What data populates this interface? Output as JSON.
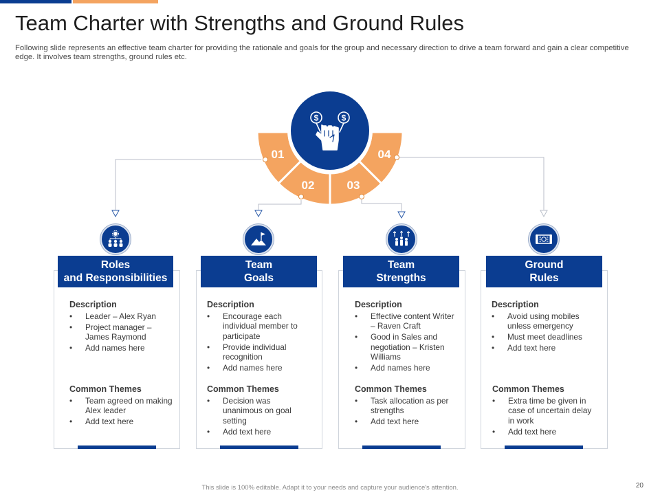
{
  "slide": {
    "title": "Team Charter with Strengths and Ground Rules",
    "subtitle": "Following slide represents an effective team charter for providing the rationale and goals  for the group and necessary direction to drive  a team forward and gain a clear competitive edge. It involves team strengths, ground rules etc.",
    "footer": "This slide is 100% editable. Adapt it to your needs and capture your audience's attention.",
    "page_number": "20"
  },
  "colors": {
    "primary": "#0b3d91",
    "accent": "#f4a460",
    "card_border": "#cfd4dc"
  },
  "hub": {
    "icon": "fist-with-money-icon",
    "segments": [
      {
        "number": "01"
      },
      {
        "number": "02"
      },
      {
        "number": "03"
      },
      {
        "number": "04"
      }
    ]
  },
  "columns": [
    {
      "icon": "team-hierarchy-icon",
      "title_line1": "Roles",
      "title_line2": "and Responsibilities",
      "description_label": "Description",
      "description": [
        "Leader – Alex Ryan",
        "Project manager – James Raymond",
        "Add names here"
      ],
      "themes_label": "Common Themes",
      "themes": [
        "Team agreed on making Alex leader",
        "Add text here"
      ]
    },
    {
      "icon": "mountain-flag-icon",
      "title_line1": "Team",
      "title_line2": "Goals",
      "description_label": "Description",
      "description": [
        "Encourage each individual member to participate",
        "Provide individual recognition",
        "Add names here"
      ],
      "themes_label": "Common Themes",
      "themes": [
        "Decision was unanimous on goal setting",
        "Add text here"
      ]
    },
    {
      "icon": "team-growth-icon",
      "title_line1": "Team",
      "title_line2": "Strengths",
      "description_label": "Description",
      "description": [
        "Effective content Writer – Raven Craft",
        "Good in Sales and negotiation – Kristen Williams",
        "Add names here"
      ],
      "themes_label": "Common Themes",
      "themes": [
        "Task allocation as per strengths",
        "Add text here"
      ]
    },
    {
      "icon": "rule-scroll-icon",
      "title_line1": "Ground",
      "title_line2": "Rules",
      "description_label": "Description",
      "description": [
        "Avoid using mobiles unless emergency",
        "Must meet deadlines",
        "Add text here"
      ],
      "themes_label": "Common Themes",
      "themes": [
        "Extra time be given in case of uncertain delay in work",
        "Add text here"
      ]
    }
  ]
}
